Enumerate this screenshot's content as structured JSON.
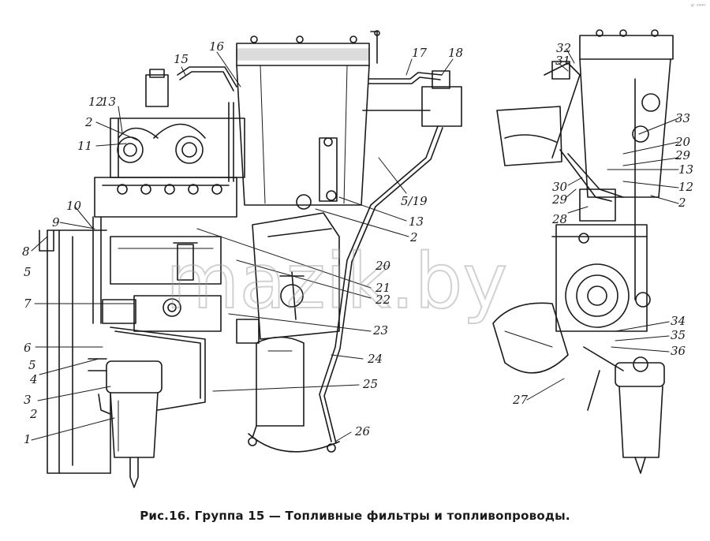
{
  "figure": {
    "caption": "Рис.16. Группа 15 — Топливные фильтры и топливопроводы.",
    "watermark": "mazik.by",
    "corner_mark": "ᵍᵗ ¹⁰⁰⁰"
  },
  "callouts": {
    "c1": "1",
    "c2a": "2",
    "c2b": "2",
    "c2c": "2",
    "c2d": "2",
    "c3": "3",
    "c4": "4",
    "c5a": "5",
    "c5b": "5",
    "c6": "6",
    "c7": "7",
    "c8": "8",
    "c9": "9",
    "c10": "10",
    "c11": "11",
    "c12a": "12",
    "c12b": "12",
    "c13a": "13",
    "c13b": "13",
    "c13c": "13",
    "c15": "15",
    "c16": "16",
    "c17": "17",
    "c18": "18",
    "c19": "5/19",
    "c20a": "20",
    "c20b": "20",
    "c21": "21",
    "c22": "22",
    "c23": "23",
    "c24": "24",
    "c25": "25",
    "c26": "26",
    "c27": "27",
    "c28": "28",
    "c29a": "29",
    "c29b": "29",
    "c30": "30",
    "c31": "31",
    "c32": "32",
    "c33": "33",
    "c34": "34",
    "c35": "35",
    "c36": "36"
  },
  "colors": {
    "ink": "#1a1a1a",
    "paper": "#ffffff",
    "watermark": "#9a9a9a"
  }
}
